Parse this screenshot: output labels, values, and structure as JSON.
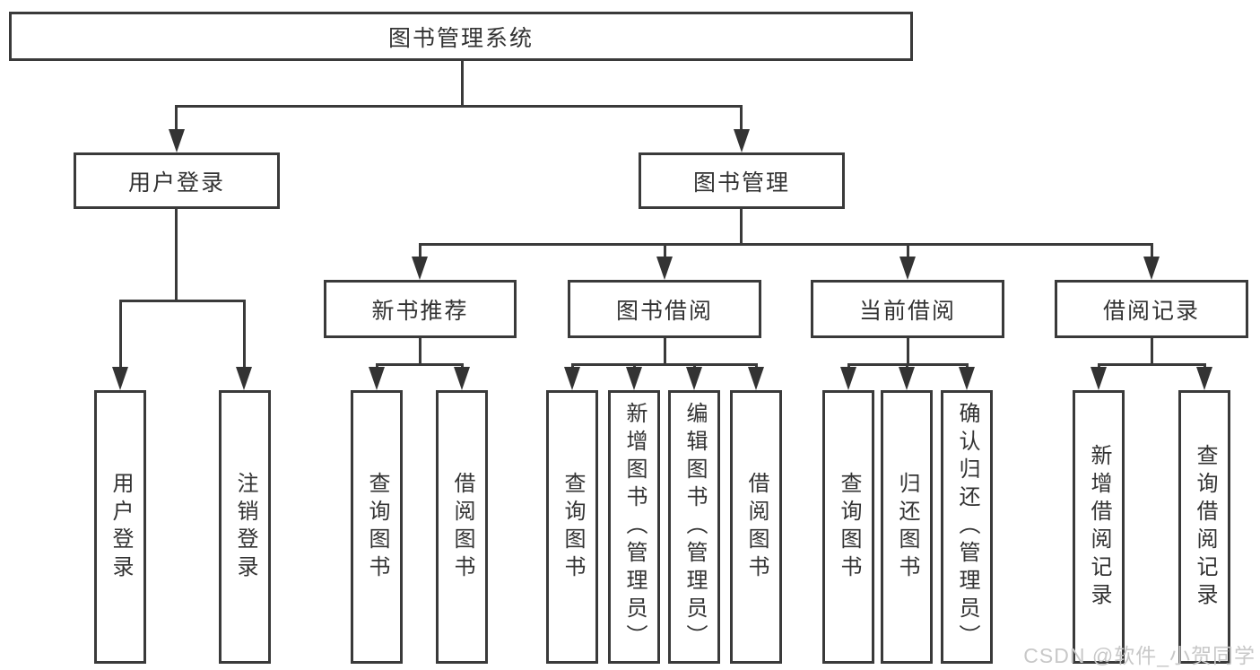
{
  "diagram": {
    "root": {
      "label": "图书管理系统"
    },
    "level2": [
      {
        "label": "用户登录"
      },
      {
        "label": "图书管理"
      }
    ],
    "level3": [
      {
        "label": "新书推荐"
      },
      {
        "label": "图书借阅"
      },
      {
        "label": "当前借阅"
      },
      {
        "label": "借阅记录"
      }
    ],
    "leaves": {
      "user_login": [
        "用户登录",
        "注销登录"
      ],
      "new_book_recommend": [
        "查询图书",
        "借阅图书"
      ],
      "book_borrow": [
        "查询图书",
        "新增图书（管理员）",
        "编辑图书（管理员）",
        "借阅图书"
      ],
      "current_borrow": [
        "查询图书",
        "归还图书",
        "确认归还（管理员）"
      ],
      "borrow_records": [
        "新增借阅记录",
        "查询借阅记录"
      ]
    }
  },
  "watermark": "CSDN @软件_小贺同学",
  "colors": {
    "line": "#3a3a3a",
    "text": "#333333",
    "background": "#ffffff",
    "watermark": "#c8c8c8"
  }
}
